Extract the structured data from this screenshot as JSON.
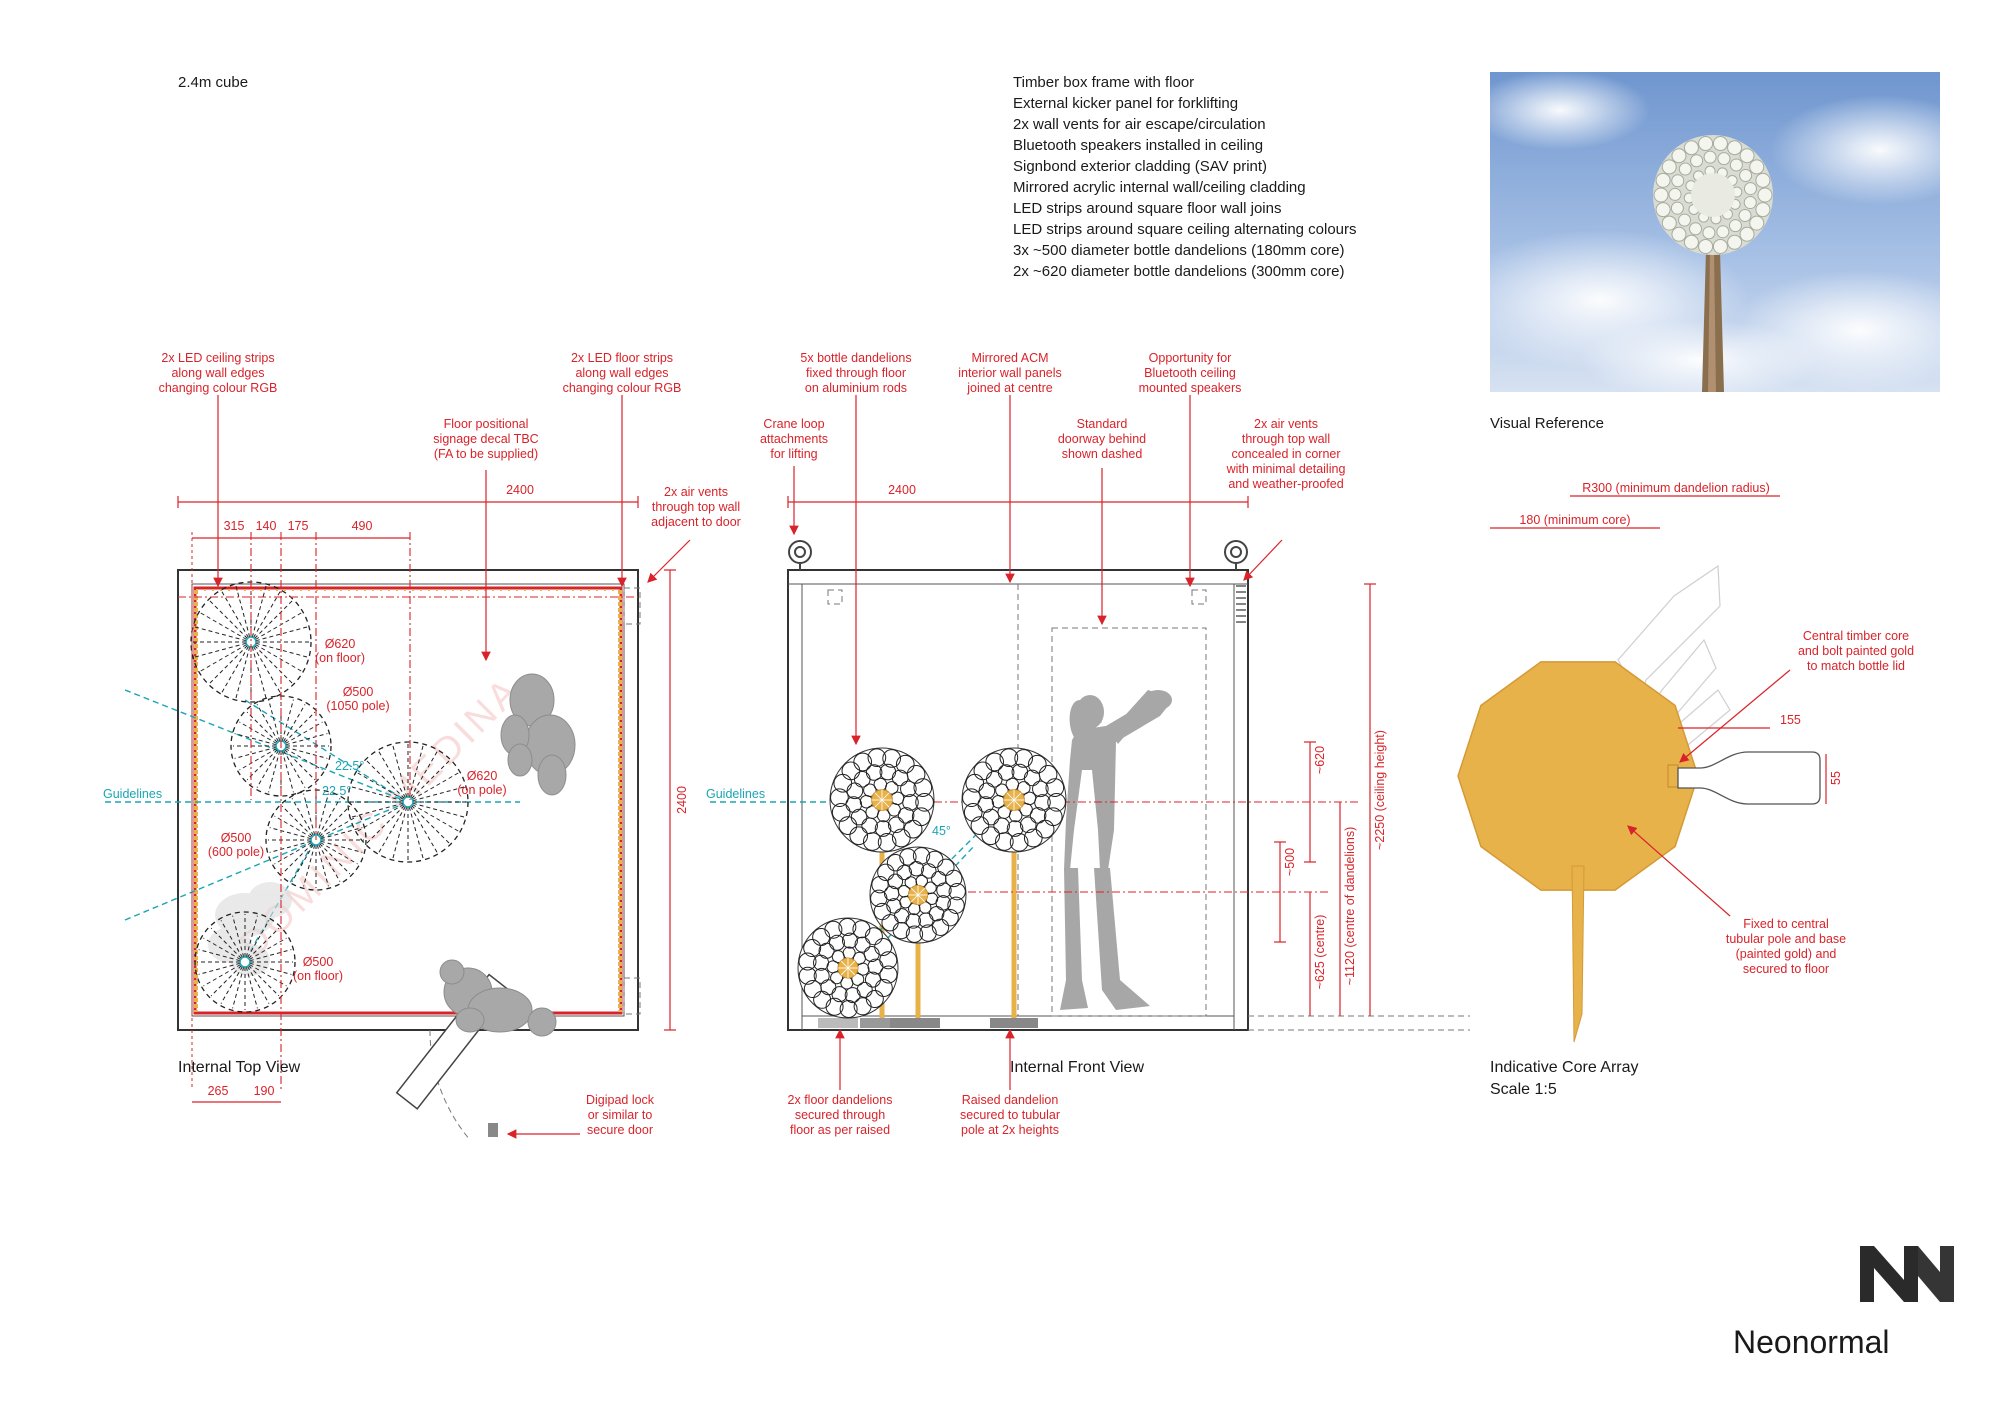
{
  "header": {
    "title": "2.4m cube",
    "spec_lines": [
      "Timber box frame with floor",
      "External kicker panel for forklifting",
      "2x wall vents for air escape/circulation",
      "Bluetooth speakers installed in ceiling",
      "Signbond exterior cladding (SAV print)",
      "Mirrored acrylic internal wall/ceiling cladding",
      "LED strips around square floor wall joins",
      "LED strips around square ceiling alternating colours",
      "3x ~500 diameter bottle dandelions (180mm core)",
      "2x ~620 diameter bottle dandelions (300mm core)"
    ]
  },
  "top_view": {
    "caption": "Internal Top View",
    "guidelines_label": "Guidelines",
    "callouts": {
      "led_ceiling": [
        "2x LED ceiling strips",
        "along wall edges",
        "changing colour RGB"
      ],
      "floor_decal": [
        "Floor positional",
        "signage decal TBC",
        "(FA to be supplied)"
      ],
      "led_floor": [
        "2x LED floor strips",
        "along wall edges",
        "changing colour RGB"
      ],
      "air_vents_door": [
        "2x air vents",
        "through top wall",
        "adjacent to door"
      ],
      "digipad": [
        "Digipad lock",
        "or similar to",
        "secure door"
      ]
    },
    "dims": {
      "overall": "2400",
      "d315": "315",
      "d140": "140",
      "d175": "175",
      "d490": "490",
      "side": "2400",
      "b265": "265",
      "b190": "190"
    },
    "labels": {
      "d620_floor": [
        "Ø620",
        "(on floor)"
      ],
      "d500_1050": [
        "Ø500",
        "(1050 pole)"
      ],
      "d620_pole": [
        "Ø620",
        "(on pole)"
      ],
      "d500_600": [
        "Ø500",
        "(600 pole)"
      ],
      "d500_floor": [
        "Ø500",
        "(on floor)"
      ],
      "angle1": "22.5°",
      "angle2": "22.5°"
    },
    "watermark": "DOMINIC MEDINA"
  },
  "front_view": {
    "caption": "Internal Front View",
    "guidelines_label": "Guidelines",
    "callouts": {
      "crane": [
        "Crane loop",
        "attachments",
        "for lifting"
      ],
      "dandelions": [
        "5x bottle dandelions",
        "fixed through floor",
        "on aluminium rods"
      ],
      "acm": [
        "Mirrored ACM",
        "interior wall panels",
        "joined at centre"
      ],
      "doorway": [
        "Standard",
        "doorway behind",
        "shown dashed"
      ],
      "speakers": [
        "Opportunity for",
        "Bluetooth ceiling",
        "mounted speakers"
      ],
      "vents_corner": [
        "2x air vents",
        "through top wall",
        "concealed in corner",
        "with minimal detailing",
        "and weather-proofed"
      ],
      "floor_dandelions": [
        "2x floor dandelions",
        "secured through",
        "floor as per raised"
      ],
      "raised": [
        "Raised dandelion",
        "secured to tubular",
        "pole at 2x heights"
      ]
    },
    "dims": {
      "overall": "2400",
      "d620": "~620",
      "d500": "~500",
      "centre": "~625 (centre)",
      "centre_dandelions": "~1120 (centre of dandelions)",
      "ceiling": "~2250 (ceiling height)",
      "angle": "45°"
    }
  },
  "core_array": {
    "caption": "Indicative Core Array",
    "scale": "Scale 1:5",
    "dims": {
      "radius": "R300 (minimum dandelion radius)",
      "core": "180 (minimum core)",
      "len155": "155",
      "h55": "55"
    },
    "callouts": {
      "timber_core": [
        "Central timber core",
        "and bolt painted gold",
        "to match bottle lid"
      ],
      "fixed": [
        "Fixed to central",
        "tubular pole and base",
        "(painted gold) and",
        "secured to floor"
      ]
    }
  },
  "reference": {
    "caption": "Visual Reference"
  },
  "brand": {
    "name": "Neonormal",
    "logo_icon": "neonormal-logo-icon"
  },
  "colors": {
    "annotation_red": "#d9232a",
    "guideline_teal": "#1aa6b4",
    "gold": "#e8b24a",
    "figure_grey": "#a7a7a7"
  }
}
